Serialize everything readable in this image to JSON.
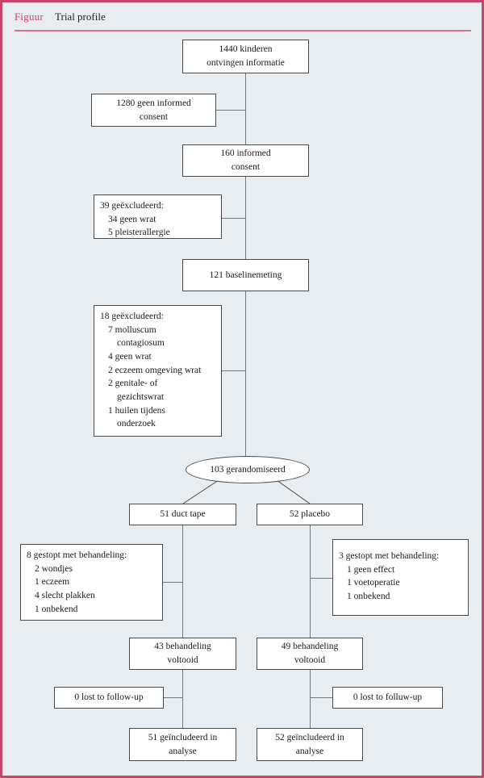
{
  "figure": {
    "label": "Figuur",
    "title": "Trial profile",
    "accent_color": "#c9436a",
    "panel_background": "#e7edf1",
    "node_background": "#ffffff",
    "node_border_color": "#4a4a4a",
    "connector_color": "#6e7a80"
  },
  "nodes": {
    "enrolled": {
      "line1": "1440 kinderen",
      "line2": "ontvingen informatie"
    },
    "no_consent": {
      "line1": "1280 geen informed",
      "line2": "consent"
    },
    "consent": {
      "line1": "160 informed",
      "line2": "consent"
    },
    "excluded_39": {
      "header": "39 geëxcludeerd:",
      "items": [
        "34 geen wrat",
        "5 pleisterallergie"
      ]
    },
    "baseline": {
      "line1": "121 baselinemeting"
    },
    "excluded_18": {
      "header": "18 geëxcludeerd:",
      "items": [
        "7 molluscum",
        "contagiosum",
        "4 geen wrat",
        "2 eczeem omgeving wrat",
        "2 genitale- of",
        "gezichtswrat",
        "1 huilen tijdens",
        "onderzoek"
      ],
      "continuation_indices": [
        1,
        5,
        7
      ]
    },
    "randomised": {
      "line1": "103 gerandomiseerd"
    },
    "arm_left": {
      "line1": "51 duct tape"
    },
    "arm_right": {
      "line1": "52 placebo"
    },
    "stopped_left": {
      "header": "8 gestopt met behandeling:",
      "items": [
        "2 wondjes",
        "1 eczeem",
        "4 slecht plakken",
        "1 onbekend"
      ]
    },
    "stopped_right": {
      "header": "3 gestopt met behandeling:",
      "items": [
        "1 geen effect",
        "1 voetoperatie",
        "1 onbekend"
      ]
    },
    "completed_left": {
      "line1": "43 behandeling",
      "line2": "voltooid"
    },
    "completed_right": {
      "line1": "49 behandeling",
      "line2": "voltooid"
    },
    "lost_left": {
      "line1": "0 lost to follow-up"
    },
    "lost_right": {
      "line1": "0 lost to folluw-up"
    },
    "analysed_left": {
      "line1": "51 geïncludeerd in",
      "line2": "analyse"
    },
    "analysed_right": {
      "line1": "52 geïncludeerd in",
      "line2": "analyse"
    }
  },
  "chart_data": {
    "type": "diagram",
    "title": "Trial profile",
    "diagram_kind": "CONSORT flow diagram",
    "language": "nl",
    "flow": [
      {
        "id": "enrolled",
        "n": 1440,
        "label": "1440 kinderen ontvingen informatie"
      },
      {
        "id": "no_consent",
        "n": 1280,
        "label": "1280 geen informed consent",
        "side": "left"
      },
      {
        "id": "consent",
        "n": 160,
        "label": "160 informed consent"
      },
      {
        "id": "excluded_39",
        "n": 39,
        "label": "39 geëxcludeerd",
        "side": "left",
        "reasons": [
          {
            "n": 34,
            "reason": "geen wrat"
          },
          {
            "n": 5,
            "reason": "pleisterallergie"
          }
        ]
      },
      {
        "id": "baseline",
        "n": 121,
        "label": "121 baselinemeting"
      },
      {
        "id": "excluded_18",
        "n": 18,
        "label": "18 geëxcludeerd",
        "side": "left",
        "reasons": [
          {
            "n": 7,
            "reason": "molluscum contagiosum"
          },
          {
            "n": 4,
            "reason": "geen wrat"
          },
          {
            "n": 2,
            "reason": "eczeem omgeving wrat"
          },
          {
            "n": 2,
            "reason": "genitale- of gezichtswrat"
          },
          {
            "n": 1,
            "reason": "huilen tijdens onderzoek"
          }
        ]
      },
      {
        "id": "randomised",
        "n": 103,
        "label": "103 gerandomiseerd",
        "shape": "ellipse"
      }
    ],
    "arms": [
      {
        "id": "arm_left",
        "name": "duct tape",
        "allocated": 51,
        "stopped": {
          "n": 8,
          "label": "8 gestopt met behandeling",
          "reasons": [
            {
              "n": 2,
              "reason": "wondjes"
            },
            {
              "n": 1,
              "reason": "eczeem"
            },
            {
              "n": 4,
              "reason": "slecht plakken"
            },
            {
              "n": 1,
              "reason": "onbekend"
            }
          ]
        },
        "completed": 43,
        "lost_to_followup": 0,
        "analysed": 51
      },
      {
        "id": "arm_right",
        "name": "placebo",
        "allocated": 52,
        "stopped": {
          "n": 3,
          "label": "3 gestopt met behandeling",
          "reasons": [
            {
              "n": 1,
              "reason": "geen effect"
            },
            {
              "n": 1,
              "reason": "voetoperatie"
            },
            {
              "n": 1,
              "reason": "onbekend"
            }
          ]
        },
        "completed": 49,
        "lost_to_followup": 0,
        "analysed": 52
      }
    ]
  }
}
